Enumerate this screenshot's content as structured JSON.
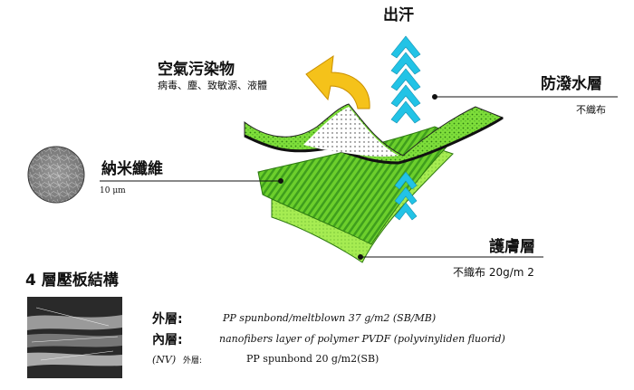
{
  "labels": {
    "sweat": "出汗",
    "pollutants_title": "空氣污染物",
    "pollutants_sub": "病毒、塵、致敏源、液體",
    "waterproof_title": "防潑水層",
    "waterproof_sub": "不織布",
    "nanofiber_title": "納米纖維",
    "nanofiber_scale": "10 μm",
    "protect_title": "護膚層",
    "protect_sub": "不織布 20g/m 2"
  },
  "structure": {
    "heading": "4 層壓板結構",
    "rows": [
      {
        "label": "外層:",
        "desc": "PP spunbond/meltblown 37 g/m2 (SB/MB)"
      },
      {
        "label": "內層:",
        "desc": "nanofibers layer of polymer PVDF (polyvinyliden fluorid)"
      },
      {
        "label": "(NV)",
        "label2": "外層:",
        "desc": "PP spunbond 20 g/m2(SB)"
      }
    ]
  },
  "colors": {
    "green_light": "#7ede3a",
    "green_dark": "#3e9a1e",
    "arrow_yellow": "#f5c21a",
    "arrow_cyan": "#22c3e6"
  }
}
